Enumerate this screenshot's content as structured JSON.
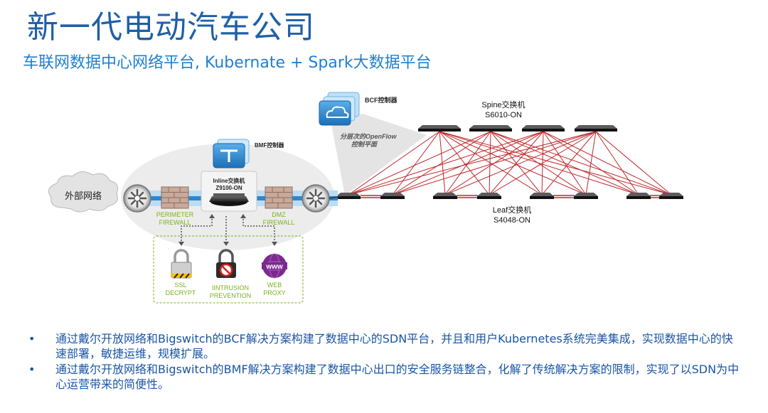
{
  "title": "新一代电动汽车公司",
  "subtitle": "车联网数据中心网络平台, Kubernate + Spark大数据平台",
  "diagram": {
    "bcf_label": "BCF控制器",
    "openflow_label_1": "分层次的OpenFlow",
    "openflow_label_2": "控制平面",
    "spine_label_1": "Spine交换机",
    "spine_label_2": "S6010-ON",
    "leaf_label_1": "Leaf交换机",
    "leaf_label_2": "S4048-ON",
    "bmf_label": "BMF控制器",
    "external_label": "外部网络",
    "inline_label_1": "Inline交换机",
    "inline_label_2": "Z9100-ON",
    "perimeter_label_1": "PERIMETER",
    "perimeter_label_2": "FIREWALL",
    "dmz_label_1": "DMZ",
    "dmz_label_2": "FIREWALL",
    "ssl_label_1": "SSL",
    "ssl_label_2": "DECRYPT",
    "ips_label_1": "IINTRUSION",
    "ips_label_2": "PREVENTION",
    "web_label_1": "WEB",
    "web_label_2": "PROXY",
    "web_icon_text": "www",
    "colors": {
      "mesh": "#c0282d",
      "accent_green": "#7ab317",
      "blue": "#1f7fd0"
    }
  },
  "bullets": [
    {
      "marker": "•",
      "text": "通过戴尔开放网络和Bigswitch的BCF解决方案构建了数据中心的SDN平台，并且和用户Kubernetes系统完美集成，实现数据中心的快速部署，敏捷运维，规模扩展。"
    },
    {
      "marker": "•",
      "text": "通过戴尔开放网络和Bigswitch的BMF解决方案构建了数据中心出口的安全服务链整合，化解了传统解决方案的限制，实现了以SDN为中心运营带来的简便性。"
    }
  ]
}
